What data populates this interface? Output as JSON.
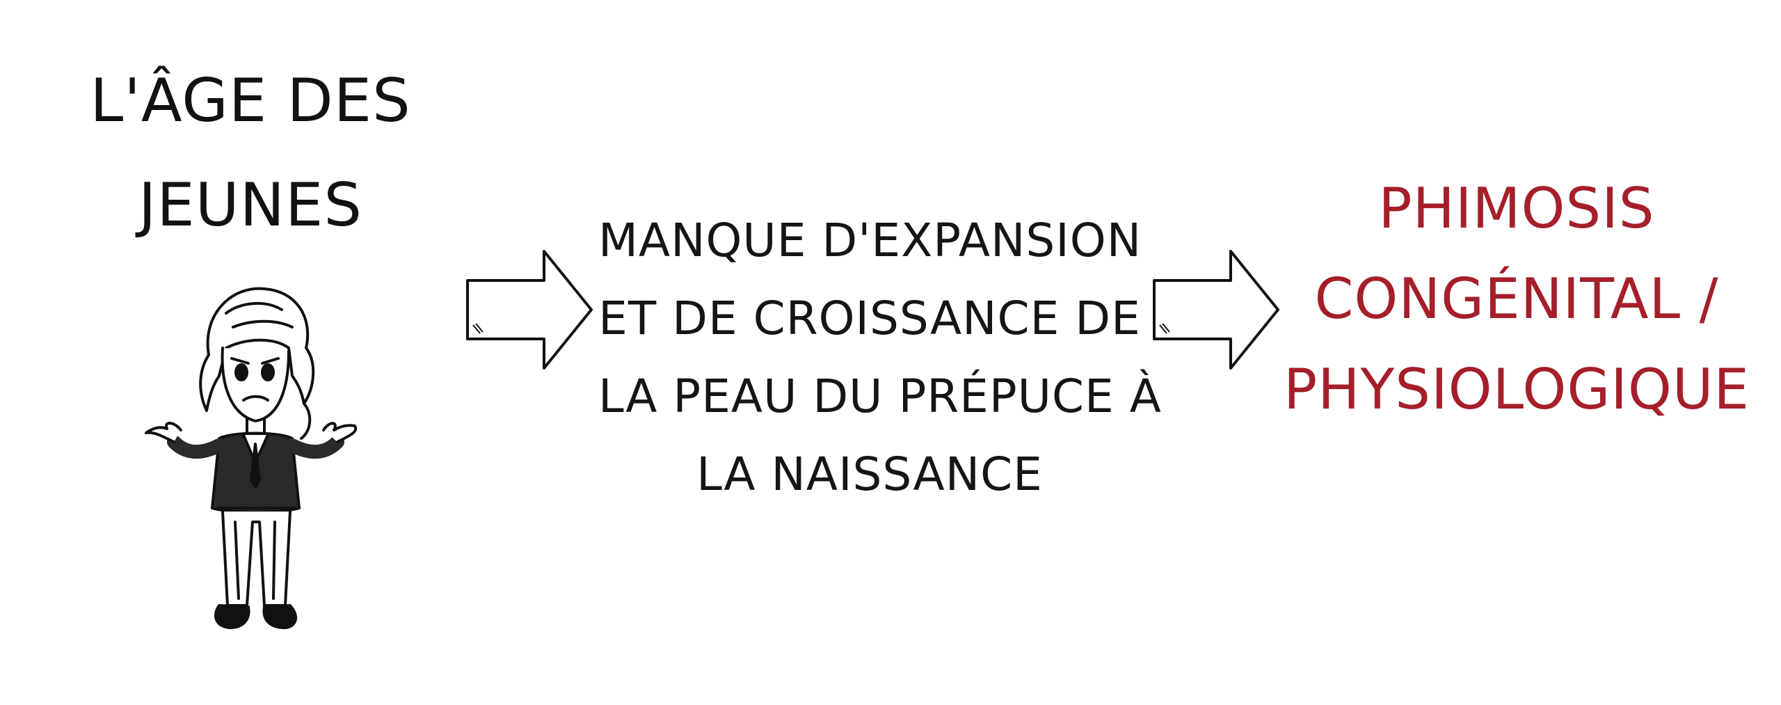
{
  "left_label": {
    "lines": [
      "L'ÂGE DES",
      "JEUNES"
    ],
    "color": "#121212"
  },
  "cause": {
    "lines": [
      "MANQUE D'EXPANSION",
      "ET DE CROISSANCE DE",
      "LA PEAU DU PRÉPUCE À",
      "LA NAISSANCE"
    ],
    "color": "#151515"
  },
  "result": {
    "lines": [
      "PHIMOSIS",
      "CONGÉNITAL /",
      "PHYSIOLOGIQUE"
    ],
    "color": "#a51f2a"
  },
  "icons": {
    "arrow_1": "right-arrow-icon",
    "arrow_2": "right-arrow-icon",
    "character": "shrugging-person-icon"
  }
}
